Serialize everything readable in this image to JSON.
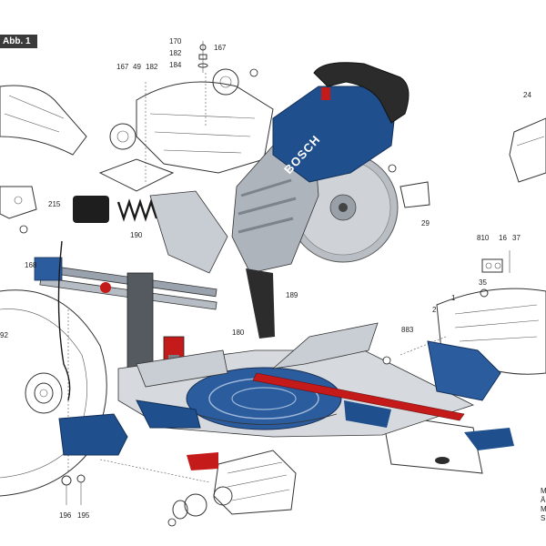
{
  "figure_label": "Abb. 1",
  "brand": "BOSCH",
  "part_numbers": {
    "p170": "170",
    "p182": "182",
    "p184": "184",
    "p167a": "167",
    "p167b": "167",
    "p49": "49",
    "p182b": "182",
    "p24": "24",
    "p215": "215",
    "p29": "29",
    "p810": "810",
    "p16": "16",
    "p37": "37",
    "p35": "35",
    "p190": "190",
    "p168": "168",
    "p189": "189",
    "p180": "180",
    "p92": "92",
    "p883": "883",
    "p2": "2",
    "p1": "1",
    "p196": "196",
    "p195": "195"
  },
  "edge_text": [
    "M",
    "Ä",
    "M",
    "S"
  ],
  "colors": {
    "bosch_blue": "#1f4f8c",
    "table_blue": "#2a5c9e",
    "red_accent": "#c41a1a",
    "label_bg": "#3a3a3a"
  }
}
